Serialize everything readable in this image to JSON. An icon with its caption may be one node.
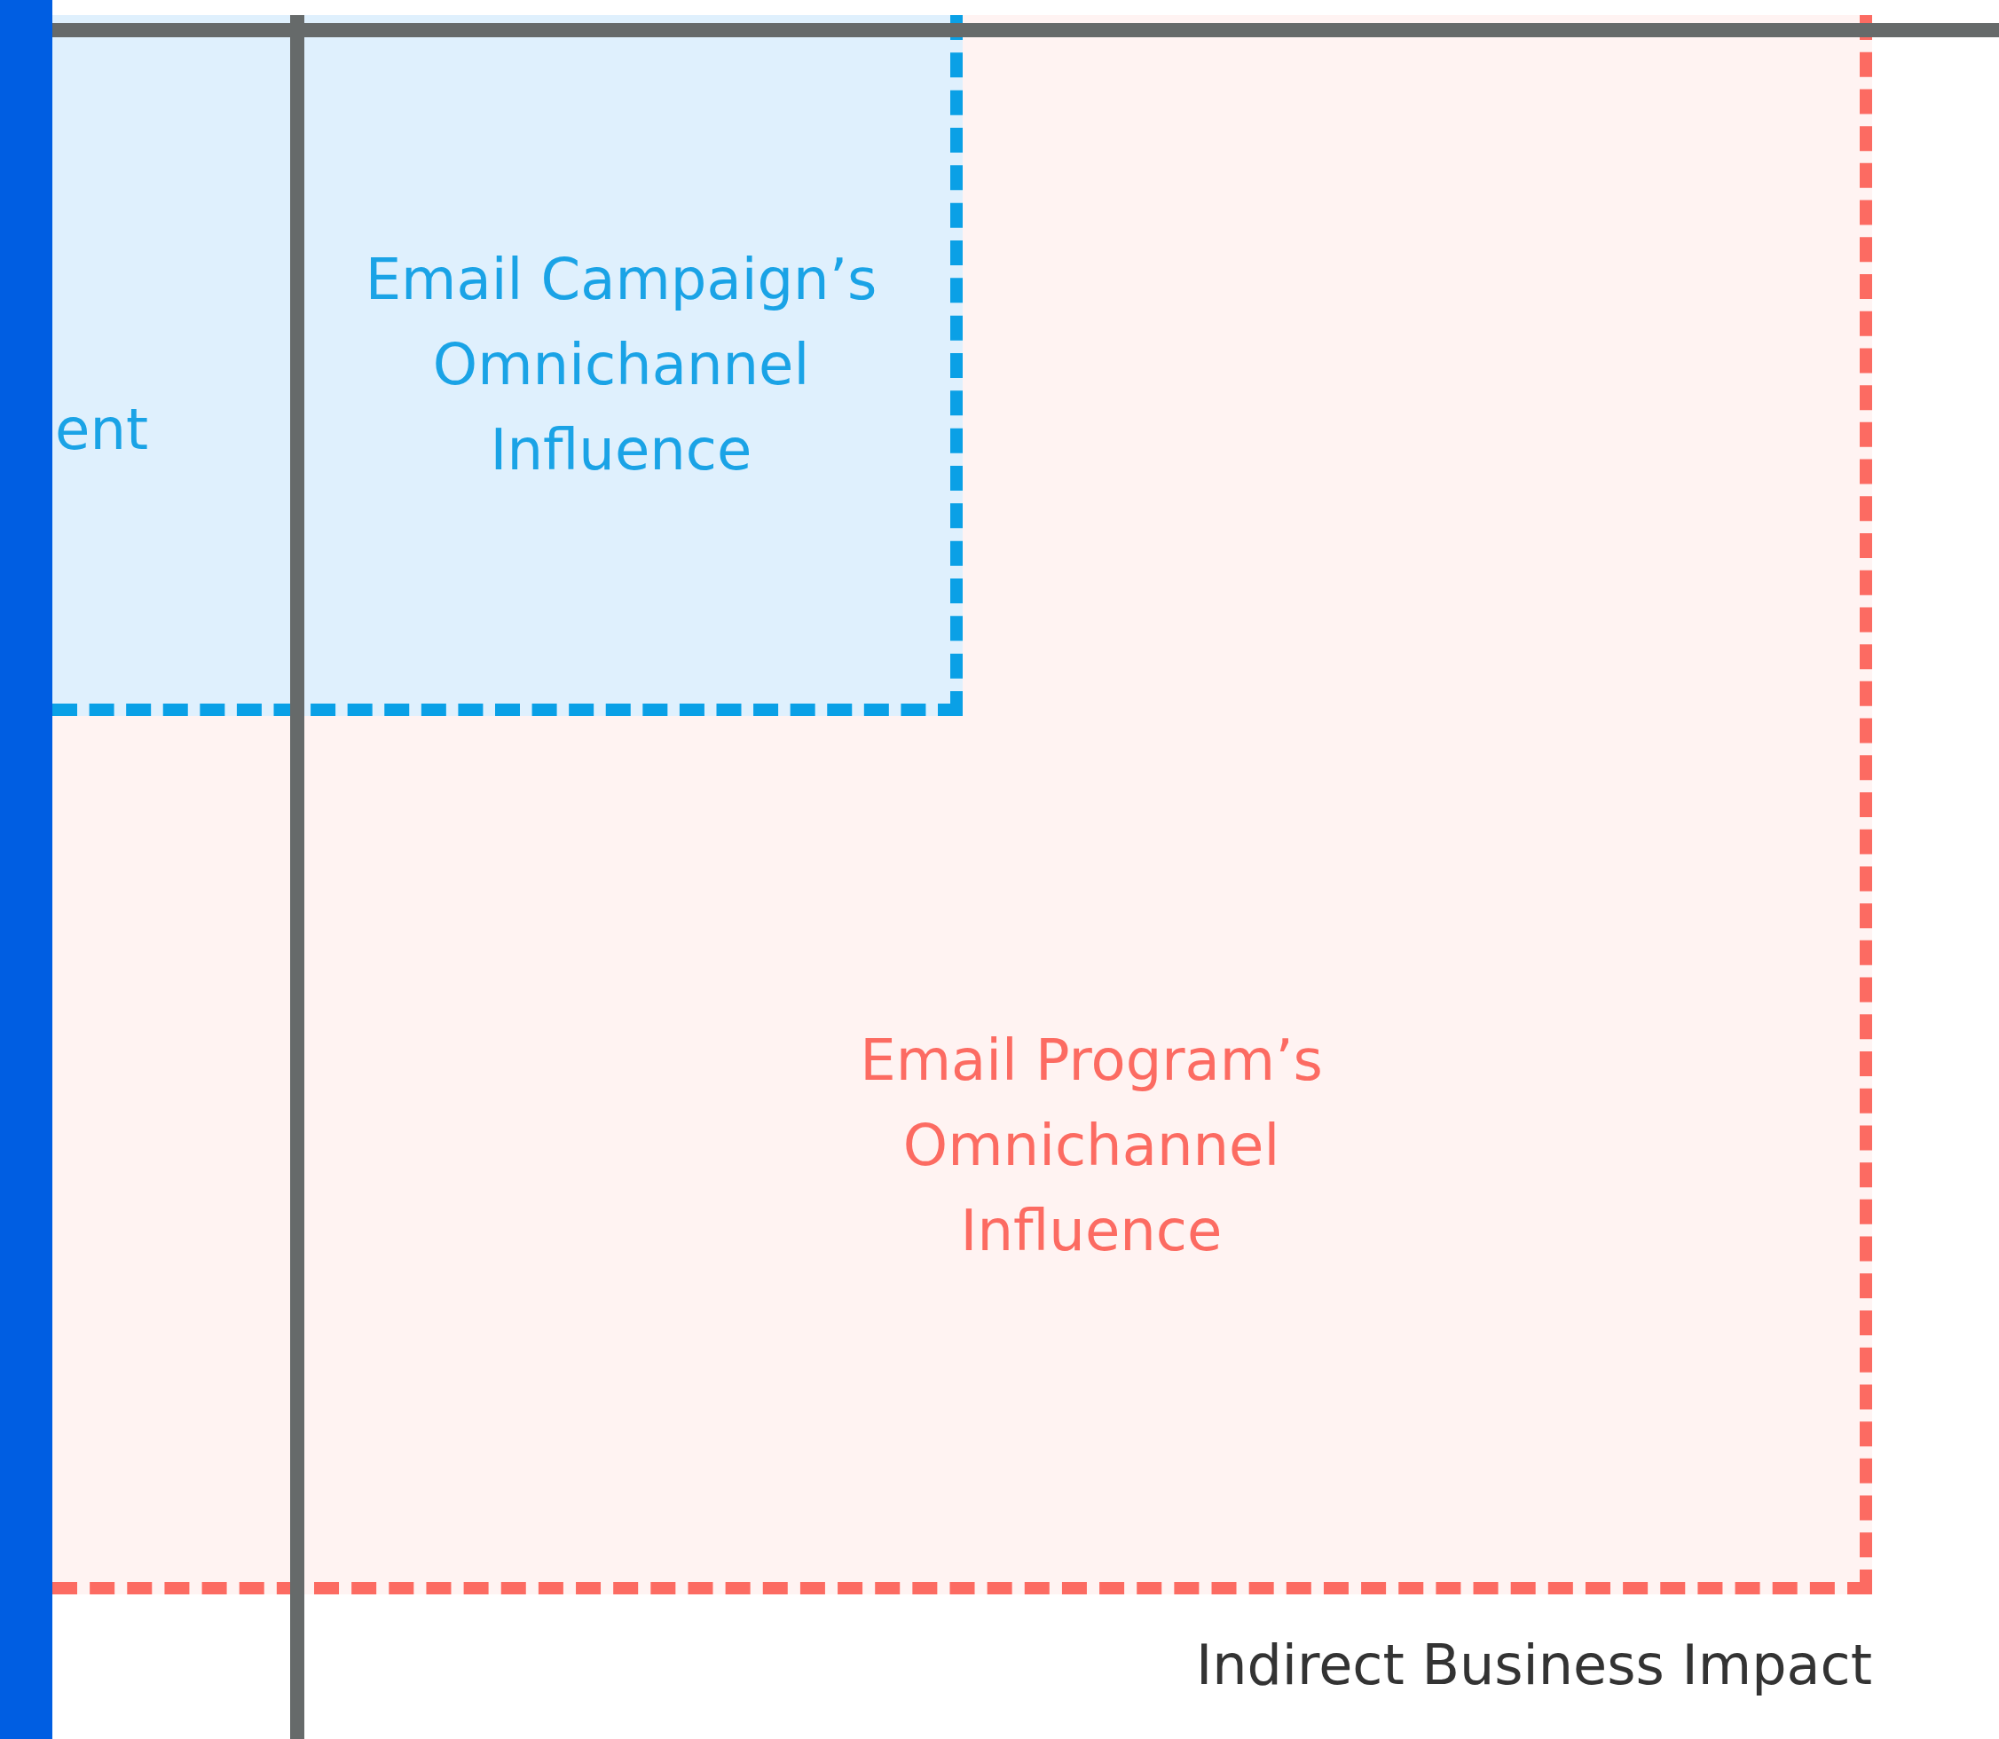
{
  "diagram": {
    "nodes": [
      {
        "text": [
          "Email Program’s Omnichannel Influence"
        ]
      },
      {
        "text": [
          "Email Campaign’s Omnichannel Influence"
        ],
        "in": 0
      },
      {
        "text": [],
        "shape": "bar"
      }
    ],
    "labels": [
      "ent",
      "Indirect Business Impact"
    ]
  }
}
